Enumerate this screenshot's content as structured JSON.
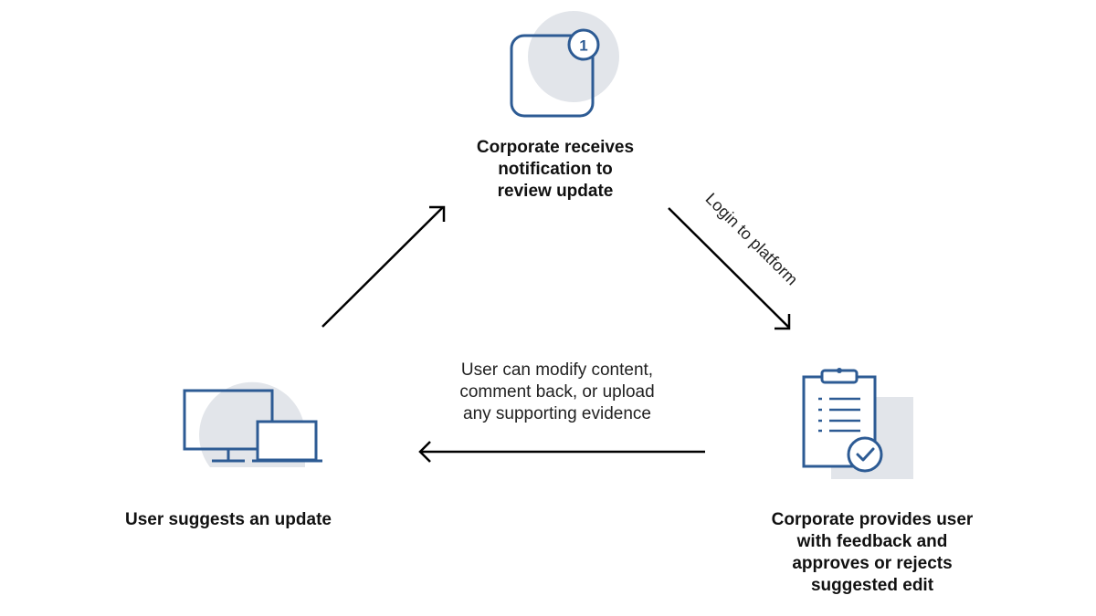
{
  "colors": {
    "icon_stroke": "#2d5b94",
    "icon_backdrop": "#e2e5ea",
    "arrow": "#000000",
    "text": "#111111"
  },
  "steps": {
    "notification": {
      "icon": "notification-badge-icon",
      "badge_count": "1",
      "lines": [
        "Corporate receives",
        "notification to",
        "review update"
      ]
    },
    "suggest": {
      "icon": "desktop-laptop-icon",
      "lines": [
        "User suggests an update"
      ]
    },
    "review": {
      "icon": "clipboard-check-icon",
      "lines": [
        "Corporate provides user",
        "with feedback and",
        "approves or rejects",
        "suggested edit"
      ]
    }
  },
  "connectors": {
    "login": {
      "icon": "arrow-down-right-icon",
      "label": "Login to platform"
    },
    "feedback": {
      "icon": "arrow-left-icon",
      "lines": [
        "User can modify content,",
        "comment back, or upload",
        "any supporting evidence"
      ]
    },
    "submit": {
      "icon": "arrow-up-right-icon"
    }
  }
}
